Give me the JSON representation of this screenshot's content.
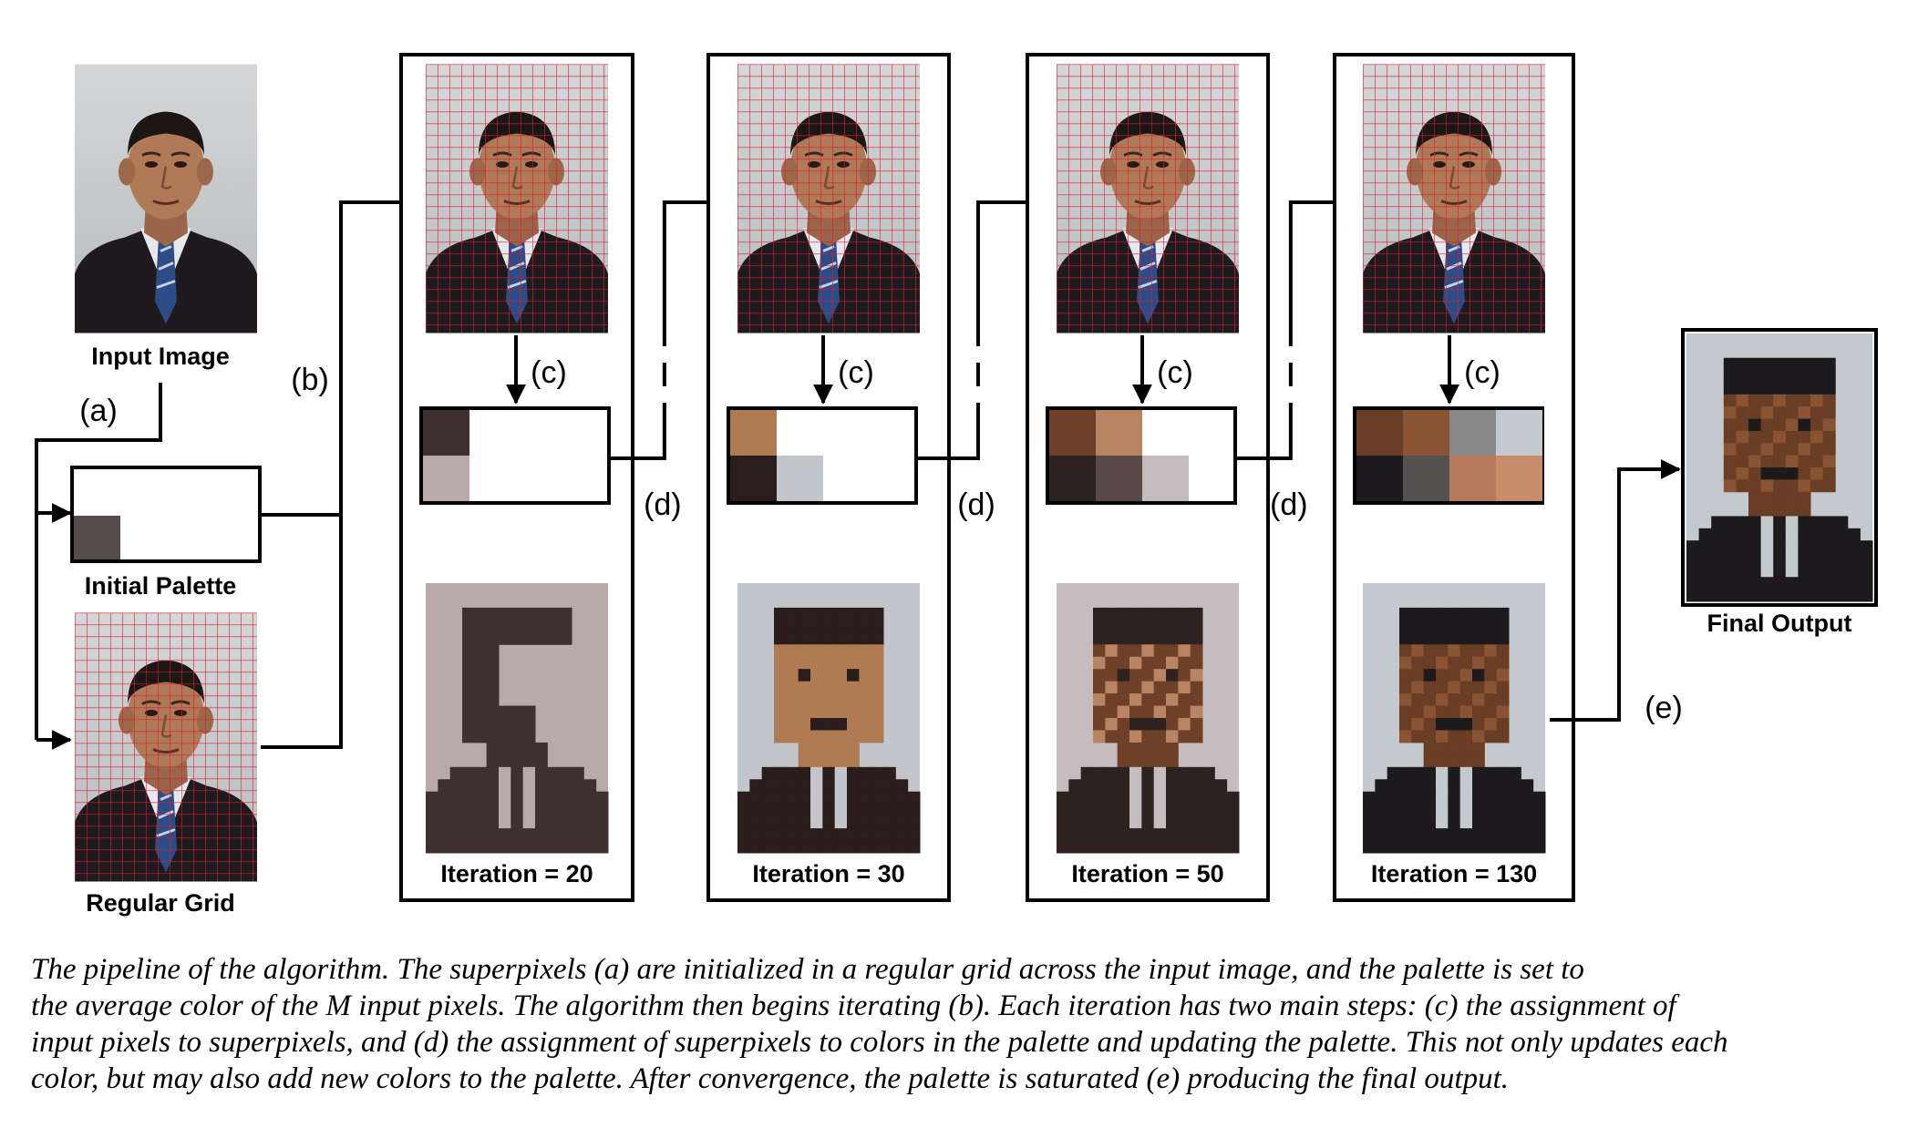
{
  "labels": {
    "input_image": "Input Image",
    "initial_palette": "Initial Palette",
    "regular_grid": "Regular Grid",
    "final_output": "Final Output",
    "step_a": "(a)",
    "step_b": "(b)",
    "step_c": "(c)",
    "step_d": "(d)",
    "step_e": "(e)"
  },
  "iterations": [
    {
      "label": "Iteration = 20",
      "palette": [
        "#3d302f",
        "#b8aaa9"
      ]
    },
    {
      "label": "Iteration = 30",
      "palette": [
        "#b07a52",
        "#2a1d1b",
        "#c2c6ca"
      ]
    },
    {
      "label": "Iteration = 50",
      "palette": [
        "#6e4027",
        "#b98463",
        "#2e2220",
        "#5a4a47",
        "#c4bcbf"
      ]
    },
    {
      "label": "Iteration = 130",
      "palette": [
        "#6a3d25",
        "#8a5434",
        "#888888",
        "#c3c9cc",
        "#1c1a1d",
        "#545050",
        "#b5795b",
        "#c78d6b"
      ]
    }
  ],
  "initial_palette": [
    "#564c4a"
  ],
  "caption": [
    "The pipeline of the algorithm. The superpixels (a) are initialized in a regular grid across the input image, and the palette is set to",
    "the average color of the M input pixels. The algorithm then begins iterating (b). Each iteration has two main steps: (c) the assignment of",
    "input pixels to superpixels, and (d) the assignment of superpixels to colors in the palette and updating the palette. This not only updates each",
    "color, but may also add new colors to the palette. After convergence, the palette is saturated (e) producing the final output."
  ]
}
